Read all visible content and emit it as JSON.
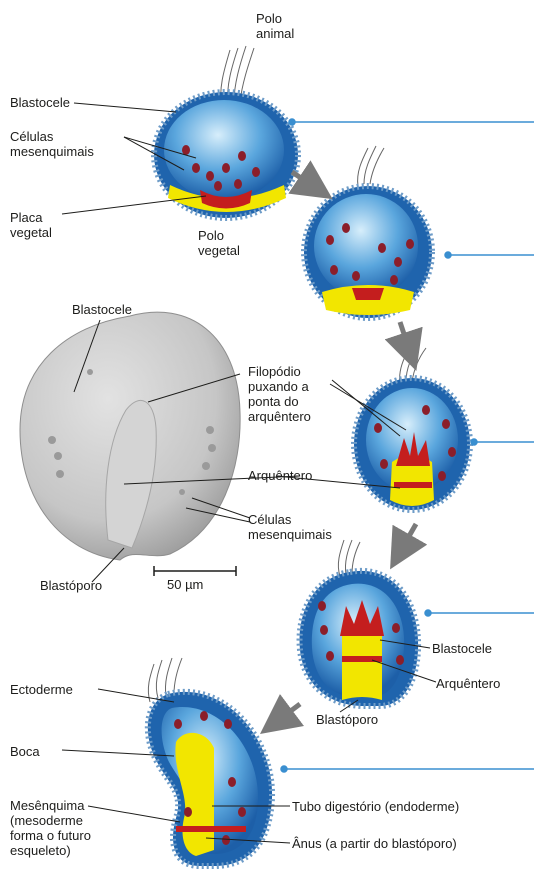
{
  "labels": {
    "polo_animal": "Polo\nanimal",
    "blastocele_1": "Blastocele",
    "celulas_mesenquimais_1": "Células\nmesenquimais",
    "placa_vegetal": "Placa\nvegetal",
    "polo_vegetal": "Polo\nvegetal",
    "blastocele_photo": "Blastocele",
    "filopodio": "Filopódio\npuxando a\nponta do\narquêntero",
    "arquentero_1": "Arquêntero",
    "celulas_mesenquimais_2": "Células\nmesenquimais",
    "blastoporo_photo": "Blastóporo",
    "scale_bar": "50 µm",
    "blastocele_4": "Blastocele",
    "arquentero_4": "Arquêntero",
    "blastoporo_4": "Blastóporo",
    "ectoderme": "Ectoderme",
    "boca": "Boca",
    "mesenquima": "Mesênquima\n(mesoderme\nforma o futuro\nesqueleto)",
    "tubo_digestorio": "Tubo digestório (endoderme)",
    "anus": "Ânus (a partir do blastóporo)"
  },
  "colors": {
    "ectoderm_blue": "#2f7fc4",
    "ectoderm_dark": "#1c5d9e",
    "blastocoel_light": "#bfe0f5",
    "endoderm_yellow": "#f2e600",
    "mesenchyme_red": "#c41e1e",
    "cell_dark_red": "#8b1e2a",
    "pointer_line": "#3a8fd0",
    "arrow_gray": "#7a7a7a",
    "photo_gray": "#b9b9b9"
  }
}
